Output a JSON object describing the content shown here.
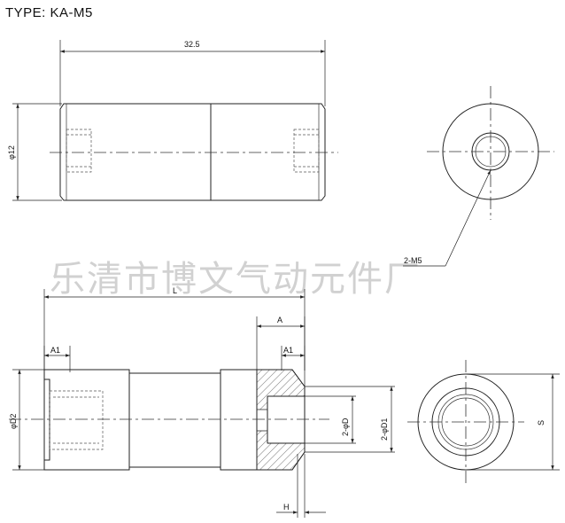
{
  "title": "TYPE: KA-M5",
  "watermark": "乐清市博文气动元件厂",
  "top_view": {
    "length_label": "32.5",
    "diameter_label": "φ12"
  },
  "end_view": {
    "thread_label": "2-M5"
  },
  "bottom_view": {
    "length_label": "L",
    "a_label": "A",
    "a1_left_label": "A1",
    "a1_right_label": "A1",
    "d2_label": "φD2",
    "d_label": "2-φD",
    "d1_label": "2-φD1",
    "h_label": "H",
    "s_label": "S"
  }
}
